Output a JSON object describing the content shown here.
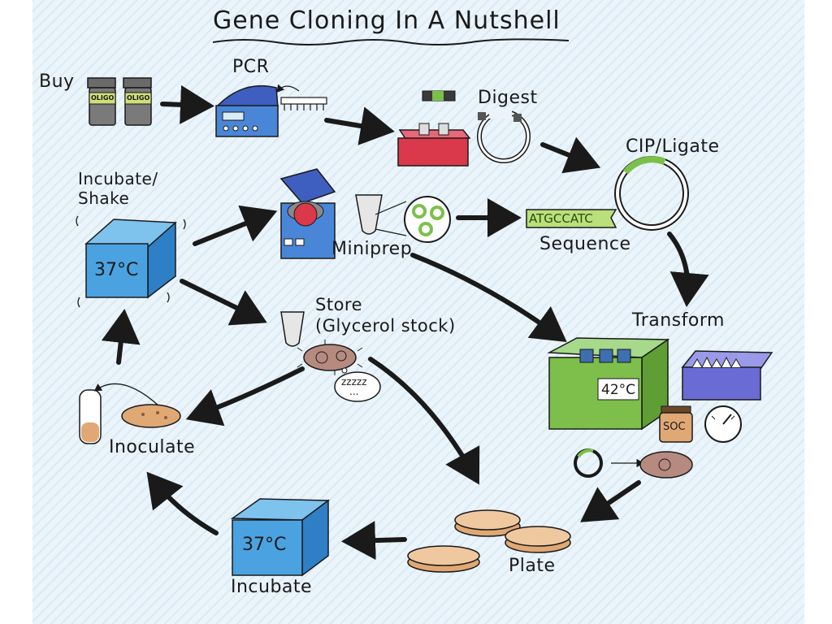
{
  "title": "Gene Cloning In A Nutshell",
  "labels": {
    "buy": "Buy",
    "pcr": "PCR",
    "digest": "Digest",
    "cip_ligate": "CIP/Ligate",
    "sequence": "Sequence",
    "miniprep": "Miniprep",
    "incubate_shake": "Incubate/\nShake",
    "store": "Store\n(Glycerol stock)",
    "transform": "Transform",
    "inoculate": "Inoculate",
    "incubate": "Incubate",
    "plate": "Plate"
  },
  "inline_text": {
    "oligo_1": "OLIGO",
    "oligo_2": "OLIGO",
    "dna_sequence": "ATGCCATC",
    "temp_shaker": "37°C",
    "temp_incubator": "37°C",
    "temp_water_bath": "42°C",
    "soc": "SOC",
    "sleep": "zzzzz\n..."
  },
  "colors": {
    "paper": "#eaf4fa",
    "ink": "#1a1a1a",
    "blue_box": "#4aa3e0",
    "green_bath": "#7dbf4a",
    "red_block": "#d9394a",
    "plasmid_insert": "#7cc04a",
    "agar": "#e0a874",
    "purple_ice": "#6b6bd6"
  }
}
